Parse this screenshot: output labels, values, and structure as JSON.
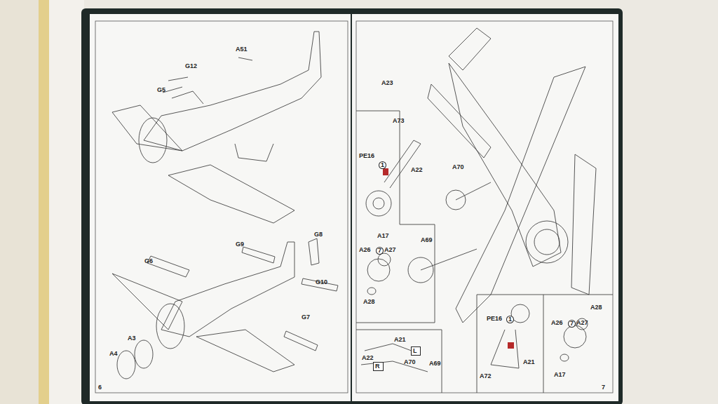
{
  "diagram": {
    "nodes": [
      {
        "text": [
          "L"
        ]
      },
      {
        "text": [
          "R"
        ]
      }
    ],
    "labels": [
      "A51",
      "G12",
      "G5",
      "G9",
      "G8",
      "G6",
      "G10",
      "G7",
      "A3",
      "A4",
      "6",
      "A23",
      "A73",
      "PE16",
      "1",
      "A22",
      "A70",
      "A26",
      "7",
      "A27",
      "A17",
      "A69",
      "A28",
      "A21",
      "A70",
      "A69",
      "A22",
      "PE16",
      "1",
      "A21",
      "A72",
      "A26",
      "7",
      "A27",
      "A28",
      "A17",
      "7"
    ]
  }
}
